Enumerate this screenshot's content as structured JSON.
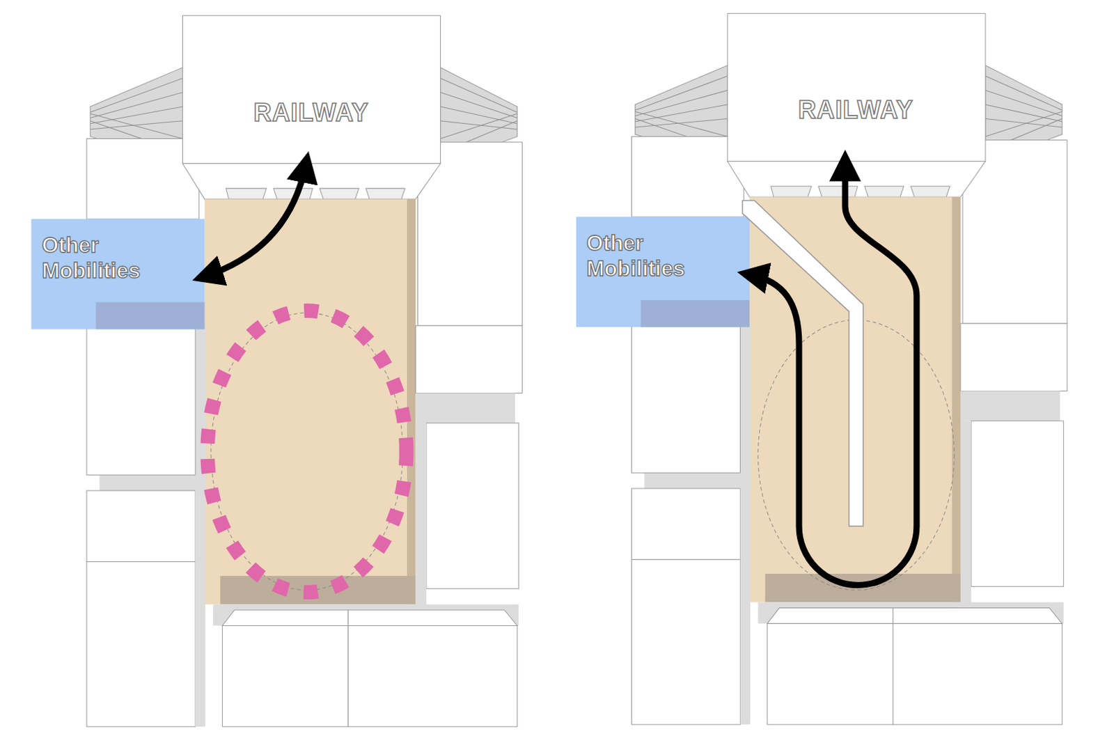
{
  "diagram": {
    "nodes": [
      {
        "text": [
          "RAILWAY"
        ]
      },
      {
        "text": [
          "Other Mobilities"
        ]
      },
      {
        "text": [
          "RAILWAY"
        ]
      },
      {
        "text": [
          "Other Mobilities"
        ]
      }
    ],
    "edges": [
      {
        "from": 1,
        "to": 0,
        "arrow": "both"
      },
      {
        "from": 3,
        "to": 2,
        "arrow": "both"
      }
    ]
  }
}
